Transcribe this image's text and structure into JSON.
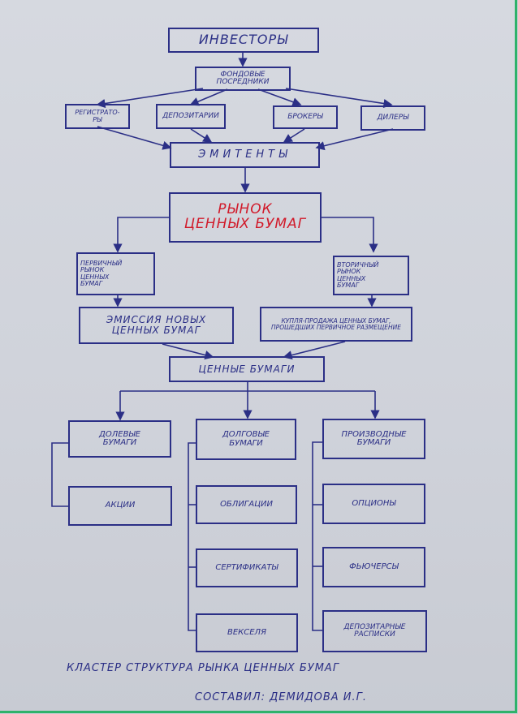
{
  "nodes": {
    "investors": "Инвесторы",
    "intermediaries": "Фондовые\nпосредники",
    "registrars": "Регистрато-\nры",
    "depositories": "Депозитарии",
    "brokers": "Брокеры",
    "dealers": "Дилеры",
    "issuers": "Эмитенты",
    "market": "Рынок\nценных бумаг",
    "primary": "Первичный\nрынок\nценных\nбумаг",
    "secondary": "Вторичный\nрынок\nценных\nбумаг",
    "emission": "Эмиссия новых\nценных бумаг",
    "trade": "Купля-продажа ценных бумаг,\nпрошедших первичное размещение",
    "securities": "Ценные бумаги",
    "equity": "Долевые\nбумаги",
    "shares": "Акции",
    "debt": "Долговые\nбумаги",
    "bonds": "Облигации",
    "certificates": "Сертификаты",
    "bills": "Векселя",
    "derivatives": "Производные\nбумаги",
    "options": "Опционы",
    "futures": "Фьючерсы",
    "receipts": "Депозитарные\nрасписки"
  },
  "caption": {
    "title": "Кластер Структура рынка ценных бумаг",
    "author": "Составил: Демидова И.Г."
  },
  "colors": {
    "ink": "#2b2f86",
    "accent": "#d11a2a",
    "frame": "#2fb26a"
  }
}
